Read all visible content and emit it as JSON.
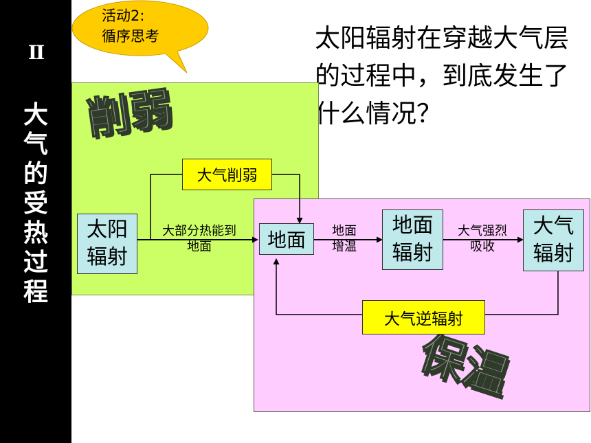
{
  "sidebar": {
    "roman": "II",
    "title": "大气的受热过程"
  },
  "bubble": {
    "line1": "活动2:",
    "line2": "循序思考"
  },
  "question": "太阳辐射在穿越大气层的过程中，到底发生了什么情况？",
  "art": {
    "weaken": "削弱",
    "insulate": "保温"
  },
  "nodes": {
    "sun_radiation": "太阳辐射",
    "atm_weaken": "大气削弱",
    "ground": "地面",
    "ground_radiation": "地面辐射",
    "atm_radiation": "大气辐射",
    "counter_radiation": "大气逆辐射"
  },
  "edge_labels": {
    "to_ground": "大部分热能到地面",
    "ground_warm": "地面增温",
    "atm_absorb": "大气强烈吸收"
  },
  "colors": {
    "green_panel": "#ccff66",
    "pink_panel": "#ffccff",
    "node_fill": "#bfe9ea",
    "label_fill": "#ffff00",
    "bubble_fill": "#ffcc00"
  }
}
